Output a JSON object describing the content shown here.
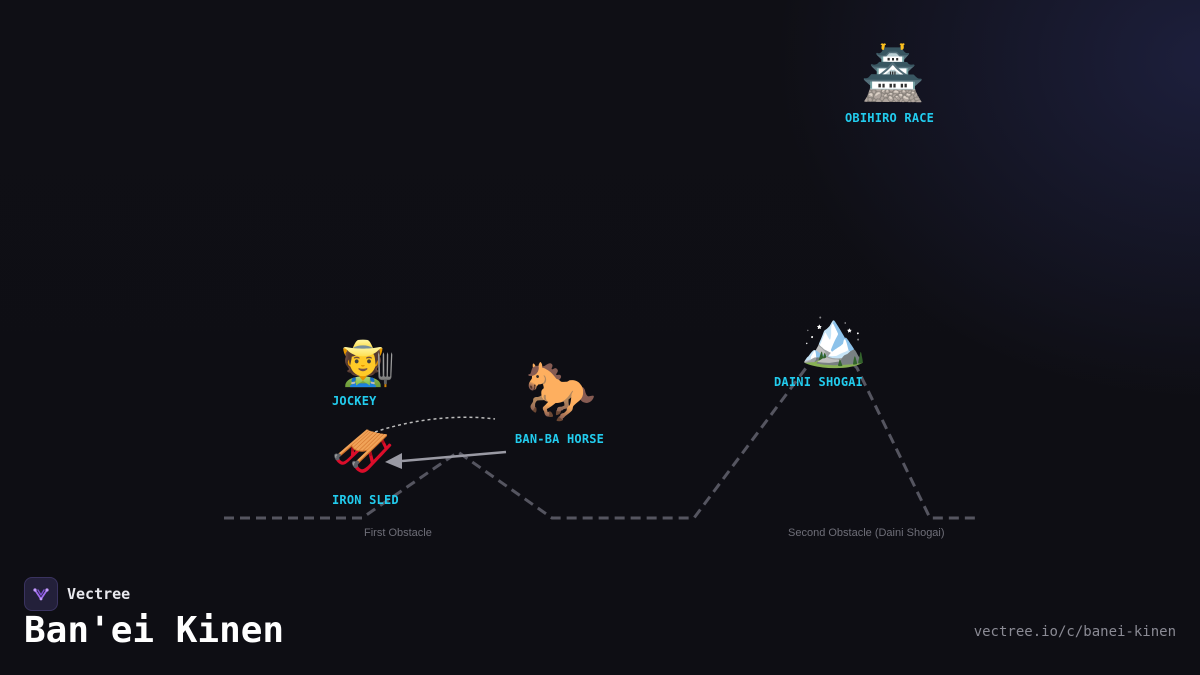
{
  "brand": {
    "name": "Vectree"
  },
  "title": "Ban'ei Kinen",
  "url": "vectree.io/c/banei-kinen",
  "colors": {
    "label": "#22ccee",
    "track": "#555560",
    "caption": "#6e6e78",
    "background": "#0e0e14"
  },
  "nodes": {
    "castle": {
      "icon": "castle-icon",
      "emoji": "🏯",
      "label": "OBIHIRO RACE"
    },
    "mountain": {
      "icon": "mountain-icon",
      "emoji": "🏔️",
      "label": "DAINI SHOGAI"
    },
    "jockey": {
      "icon": "farmer-icon",
      "emoji": "🧑‍🌾",
      "label": "JOCKEY"
    },
    "horse": {
      "icon": "horse-icon",
      "emoji": "🐎",
      "label": "BAN-BA HORSE"
    },
    "sled": {
      "icon": "sled-icon",
      "emoji": "🛷",
      "label": "IRON SLED"
    }
  },
  "captions": {
    "first_obstacle": "First Obstacle",
    "second_obstacle": "Second Obstacle (Daini Shogai)"
  }
}
